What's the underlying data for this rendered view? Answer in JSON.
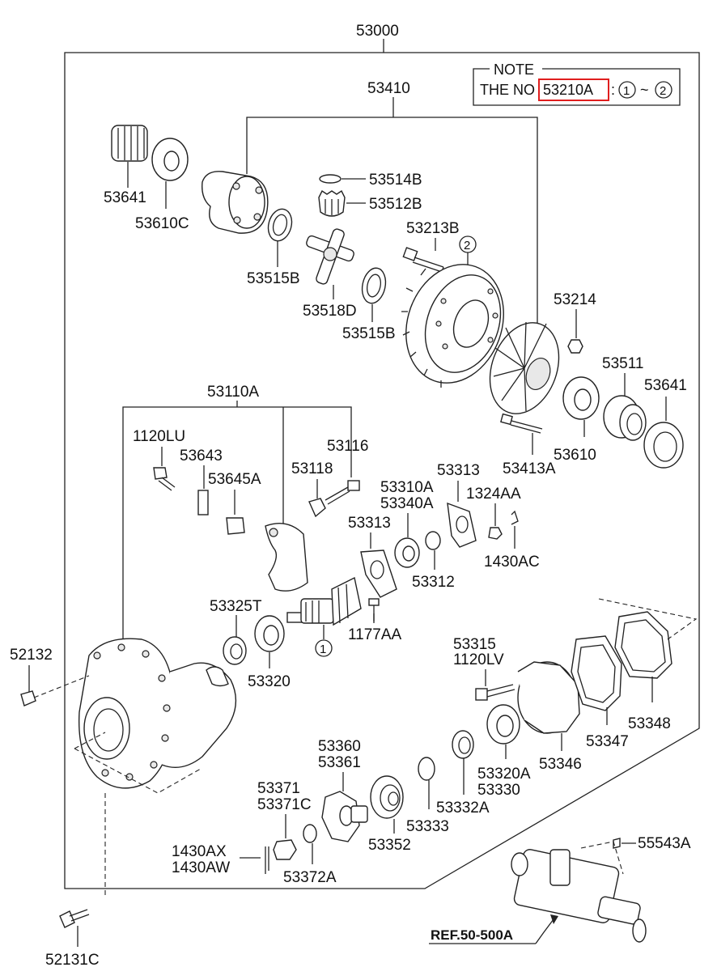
{
  "diagram": {
    "main_assembly": "53000",
    "note": {
      "title": "NOTE",
      "prefix": "THE NO",
      "highlighted_part": "53210A",
      "range_start": "1",
      "range_sep": "~",
      "range_end": "2",
      "highlight_color": "#e01e1e"
    },
    "labels": {
      "p53410": "53410",
      "p53641_top": "53641",
      "p53610C": "53610C",
      "p53514B": "53514B",
      "p53512B": "53512B",
      "p53515B_left": "53515B",
      "p53518D": "53518D",
      "p53515B_right": "53515B",
      "p53213B": "53213B",
      "circle2": "2",
      "p53214": "53214",
      "p53511": "53511",
      "p53641_right": "53641",
      "p53610": "53610",
      "p53413A": "53413A",
      "p53110A": "53110A",
      "p1120LU": "1120LU",
      "p53643": "53643",
      "p53645A": "53645A",
      "p53118": "53118",
      "p53116": "53116",
      "p53310A": "53310A",
      "p53340A": "53340A",
      "p53313_right": "53313",
      "p1324AA": "1324AA",
      "p53313_left": "53313",
      "p53312": "53312",
      "p1430AC": "1430AC",
      "p53325T": "53325T",
      "p1177AA": "1177AA",
      "circle1": "1",
      "p52132": "52132",
      "p53320": "53320",
      "p53315": "53315",
      "p1120LV": "1120LV",
      "p53348": "53348",
      "p53347": "53347",
      "p53346": "53346",
      "p53320A": "53320A",
      "p53330": "53330",
      "p53332A": "53332A",
      "p53333": "53333",
      "p53360": "53360",
      "p53361": "53361",
      "p53352": "53352",
      "p53371": "53371",
      "p53371C": "53371C",
      "p53372A": "53372A",
      "p1430AX": "1430AX",
      "p1430AW": "1430AW",
      "p55543A": "55543A",
      "ref": "REF.50-500A",
      "p52131C": "52131C"
    }
  }
}
